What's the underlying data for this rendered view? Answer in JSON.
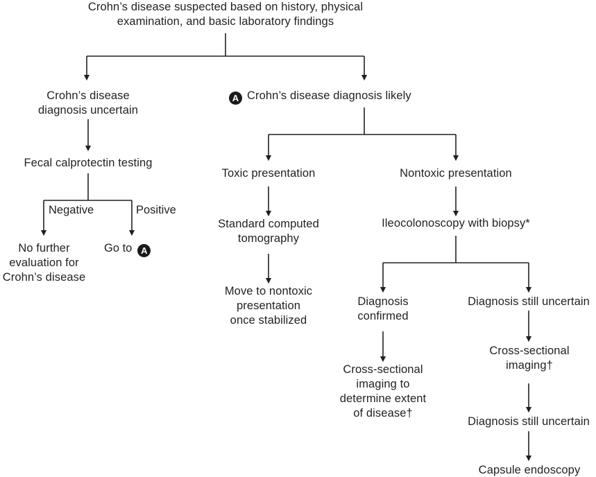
{
  "diagram": {
    "title_node": "Crohn’s disease suspected based on history, physical\nexamination, and basic laboratory findings",
    "accent_color": "#1a1a1a",
    "text_color": "#231f20",
    "background": "#ffffff",
    "badge_letter": "A",
    "nodes": [
      {
        "id": "root",
        "text": "Crohn’s disease suspected based on history, physical\nexamination, and basic laboratory findings"
      },
      {
        "id": "uncertain",
        "text": "Crohn’s disease\ndiagnosis uncertain"
      },
      {
        "id": "likely",
        "text": "Crohn’s disease diagnosis likely"
      },
      {
        "id": "calprotectin",
        "text": "Fecal calprotectin testing"
      },
      {
        "id": "no-further",
        "text": "No further\nevaluation for\nCrohn’s disease"
      },
      {
        "id": "go-to-a",
        "text": "Go to"
      },
      {
        "id": "toxic",
        "text": "Toxic presentation"
      },
      {
        "id": "nontoxic",
        "text": "Nontoxic presentation"
      },
      {
        "id": "standard-ct",
        "text": "Standard computed\ntomography"
      },
      {
        "id": "ileocolonoscopy",
        "text": "Ileocolonoscopy with biopsy*"
      },
      {
        "id": "move-nontoxic",
        "text": "Move to nontoxic\npresentation\nonce stabilized"
      },
      {
        "id": "dx-confirmed",
        "text": "Diagnosis\nconfirmed"
      },
      {
        "id": "dx-uncertain-1",
        "text": "Diagnosis still uncertain"
      },
      {
        "id": "cross-extent",
        "text": "Cross-sectional\nimaging to\ndetermine extent\nof disease†"
      },
      {
        "id": "cross-imaging",
        "text": "Cross-sectional\nimaging†"
      },
      {
        "id": "dx-uncertain-2",
        "text": "Diagnosis still uncertain"
      },
      {
        "id": "capsule",
        "text": "Capsule endoscopy"
      }
    ],
    "edge_labels": [
      {
        "id": "negative",
        "text": "Negative"
      },
      {
        "id": "positive",
        "text": "Positive"
      }
    ]
  }
}
